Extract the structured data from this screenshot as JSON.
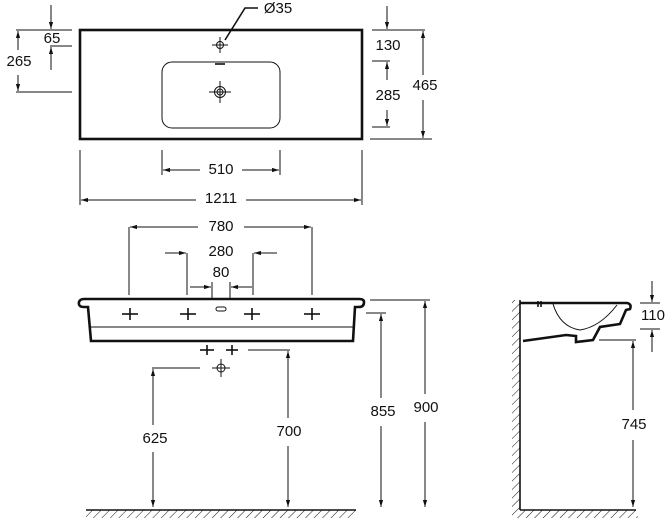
{
  "top_view": {
    "hole_diameter": "Ø35",
    "dim_65": "65",
    "dim_265": "265",
    "dim_130": "130",
    "dim_285": "285",
    "dim_465": "465",
    "dim_510": "510",
    "dim_1211": "1211"
  },
  "front_view": {
    "dim_780": "780",
    "dim_280": "280",
    "dim_80": "80",
    "dim_625": "625",
    "dim_700": "700",
    "dim_855": "855",
    "dim_900": "900"
  },
  "side_view": {
    "dim_110": "110",
    "dim_745": "745"
  }
}
